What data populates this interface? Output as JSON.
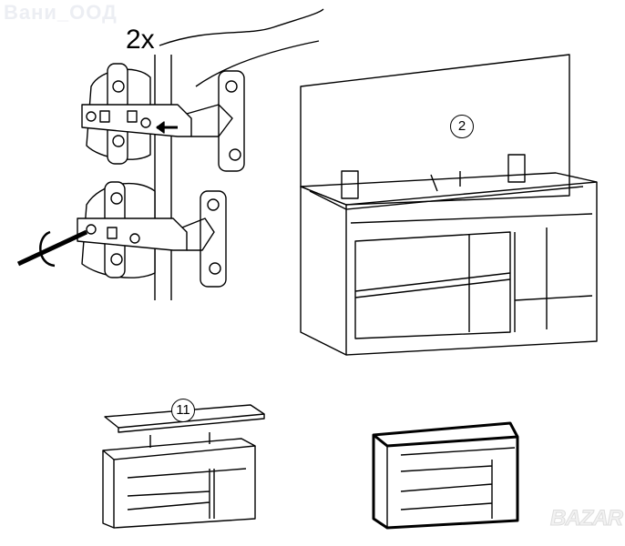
{
  "watermark": "Вани_ООД",
  "quantity_label": "2x",
  "steps": {
    "hinge_mount": "2",
    "cushion_attach": "11"
  },
  "bazar_watermark": "BAZAR"
}
